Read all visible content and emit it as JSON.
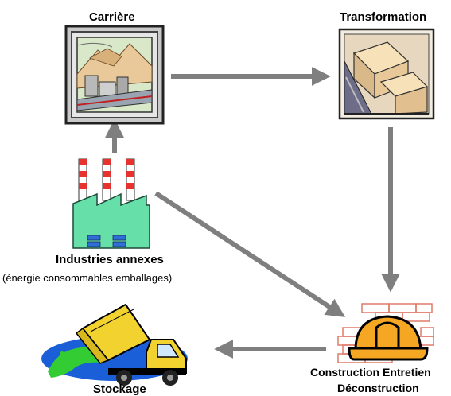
{
  "nodes": {
    "carriere": {
      "label": "Carrière"
    },
    "transformation": {
      "label": "Transformation"
    },
    "industries": {
      "label": "Industries annexes",
      "sublabel": "(énergie consommables emballages)"
    },
    "construction": {
      "label_line1": "Construction Entretien",
      "label_line2": "Déconstruction"
    },
    "stockage": {
      "label": "Stockage"
    }
  },
  "colors": {
    "arrow": "#7f7f7f",
    "factory_body": "#66e0a8",
    "chimney_red": "#e8322e",
    "helmet": "#f5a623",
    "bricks": "#e07a6a",
    "truck": "#f2d22e",
    "water": "#1a5fd8",
    "spill": "#33cc33"
  },
  "icons": [
    "quarry-icon",
    "boxes-conveyor-icon",
    "factory-icon",
    "hard-hat-bricks-icon",
    "dump-truck-icon"
  ]
}
